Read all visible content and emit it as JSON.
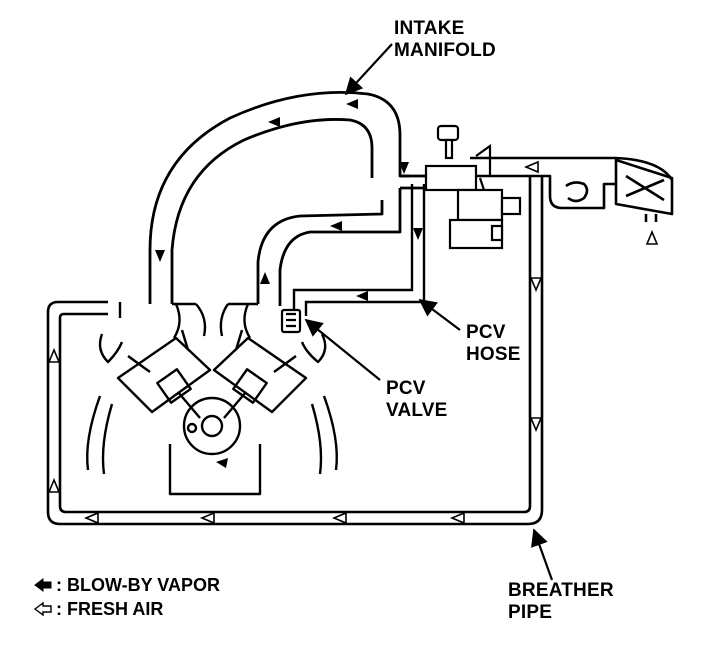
{
  "labels": {
    "intake_manifold": [
      "INTAKE",
      "MANIFOLD"
    ],
    "pcv_hose": [
      "PCV",
      "HOSE"
    ],
    "pcv_valve": [
      "PCV",
      "VALVE"
    ],
    "breather_pipe": [
      "BREATHER",
      "PIPE"
    ]
  },
  "legend": {
    "blow_by_vapor": ": BLOW-BY VAPOR",
    "fresh_air": ": FRESH AIR"
  },
  "icons": {
    "solid_arrow": "solid-arrow-icon",
    "hollow_arrow": "hollow-arrow-icon"
  },
  "colors": {
    "ink": "#000000",
    "paper": "#ffffff"
  }
}
